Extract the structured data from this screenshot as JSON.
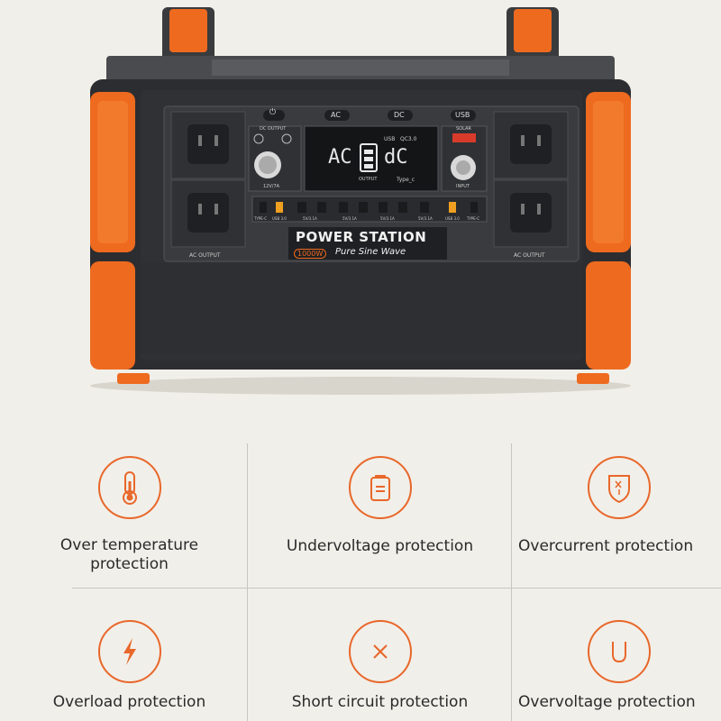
{
  "brand_color": "#e8672a",
  "device": {
    "left_panel_label": "AC OUTPUT",
    "right_panel_label": "AC OUTPUT",
    "dc_output_label": "DC OUTPUT",
    "dc_voltage_label": "12V/7A",
    "button_labels": [
      "AC",
      "DC",
      "USB"
    ],
    "display": {
      "left_text": "AC",
      "right_text": "dC",
      "usb_label": "USB",
      "qc_label": "QC3.0",
      "output_label": "OUTPUT",
      "typec_label": "Type_c"
    },
    "solar_label": "SOLAR",
    "input_label": "INPUT",
    "port_labels": [
      "TYPE-C",
      "USB 3.0",
      "5V/3.1A",
      "5V/3.1A",
      "5V/3.1A",
      "5V/3.1A",
      "USB 3.0",
      "TYPE-C"
    ],
    "name": "POWER STATION",
    "wattage": "1000W",
    "subtitle": "Pure Sine Wave"
  },
  "features": [
    {
      "label": "Over temperature protection",
      "icon": "thermometer-icon"
    },
    {
      "label": "Undervoltage protection",
      "icon": "battery-icon"
    },
    {
      "label": "Overcurrent protection",
      "icon": "shield-x-icon"
    },
    {
      "label": "Overload protection",
      "icon": "lightning-icon"
    },
    {
      "label": "Short circuit protection",
      "icon": "x-icon"
    },
    {
      "label": "Overvoltage protection",
      "icon": "u-icon"
    }
  ]
}
